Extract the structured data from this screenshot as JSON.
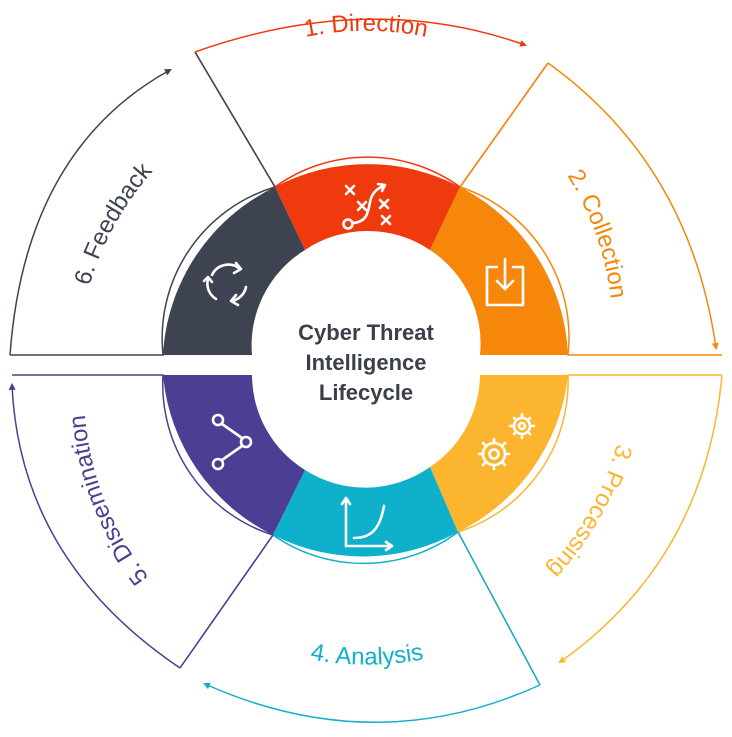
{
  "diagram": {
    "center_title": [
      "Cyber Threat",
      "Intelligence",
      "Lifecycle"
    ],
    "stages": [
      {
        "label": "1. Direction",
        "color": "#ef3a0d",
        "icon": "strategy-play-icon"
      },
      {
        "label": "2. Collection",
        "color": "#f7870a",
        "icon": "download-tray-icon"
      },
      {
        "label": "3. Processing",
        "color": "#fbb52f",
        "icon": "gears-icon"
      },
      {
        "label": "4. Analysis",
        "color": "#0fb0cc",
        "icon": "growth-chart-icon"
      },
      {
        "label": "5. Dissemination",
        "color": "#4b3f93",
        "icon": "share-nodes-icon"
      },
      {
        "label": "6. Feedback",
        "color": "#3d4350",
        "icon": "refresh-cycle-icon"
      }
    ]
  }
}
